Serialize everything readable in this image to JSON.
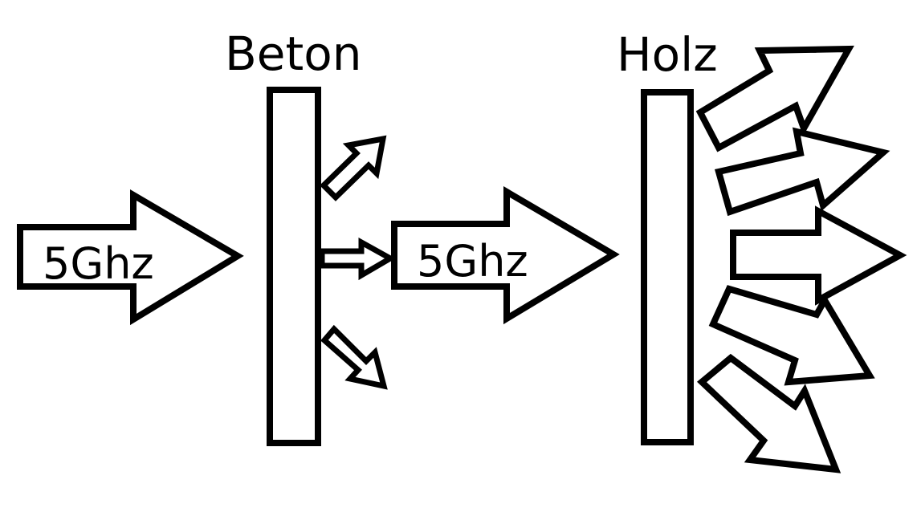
{
  "materials": [
    {
      "label": "Beton"
    },
    {
      "label": "Holz"
    }
  ],
  "signals": [
    {
      "label": "5Ghz"
    },
    {
      "label": "5Ghz"
    }
  ],
  "colors": {
    "stroke": "#000000",
    "fill": "#ffffff"
  }
}
